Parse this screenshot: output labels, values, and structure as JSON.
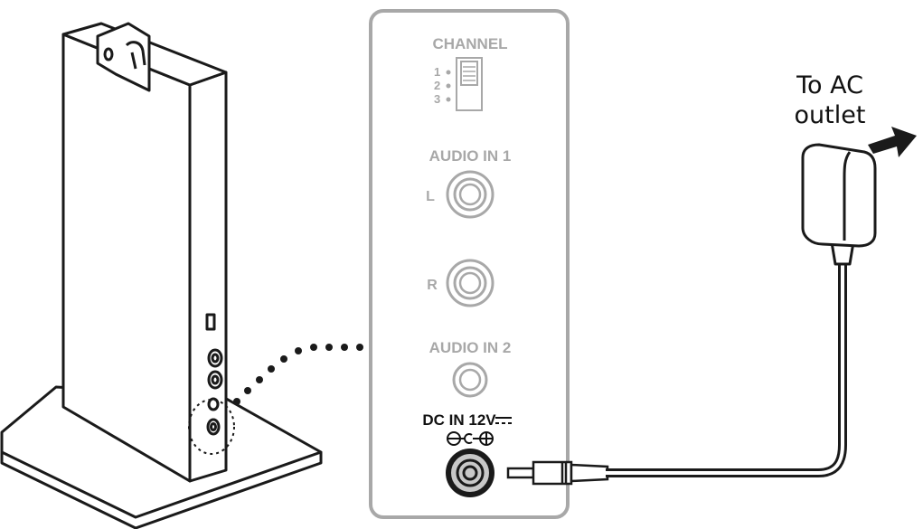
{
  "panel": {
    "channel_label": "CHANNEL",
    "channel_positions": [
      "1",
      "2",
      "3"
    ],
    "audio_in_1_label": "AUDIO IN 1",
    "left_label": "L",
    "right_label": "R",
    "audio_in_2_label": "AUDIO IN 2",
    "dc_in_label": "DC IN 12V"
  },
  "callout": {
    "line1": "To AC",
    "line2": "outlet"
  },
  "colors": {
    "line": "#1a1a1a",
    "panel_grey": "#a8a8a8",
    "jack_fill": "#c8c8c8"
  }
}
